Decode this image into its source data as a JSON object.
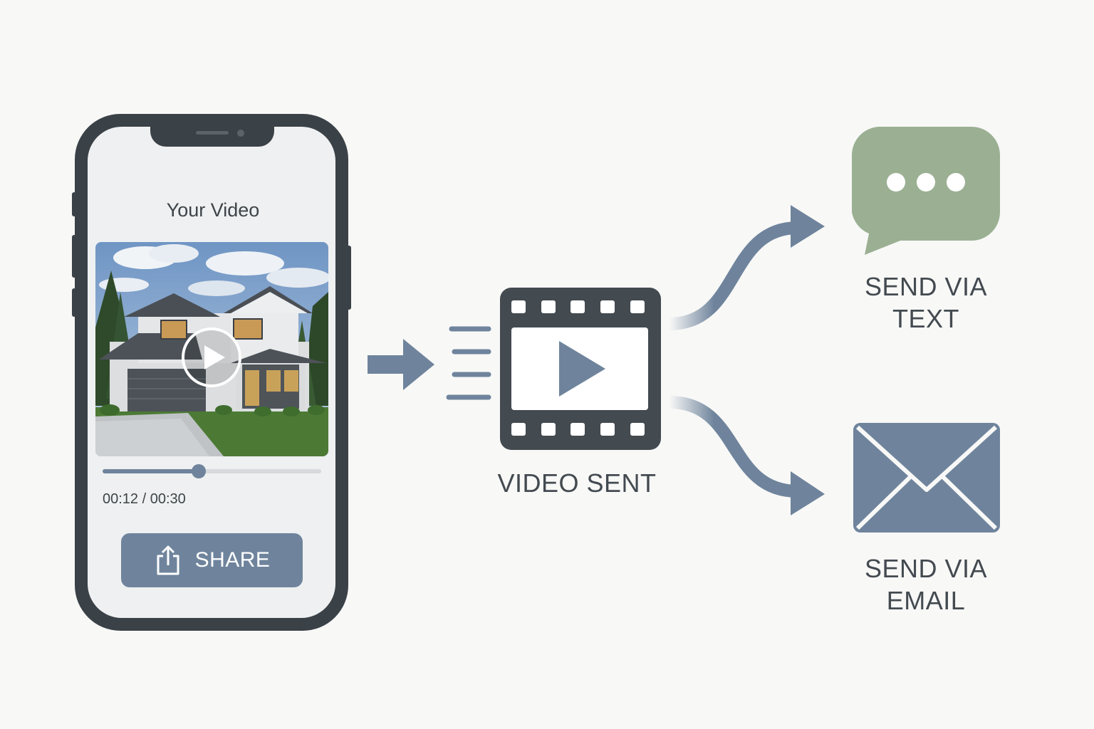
{
  "phone": {
    "title": "Your Video",
    "time": "00:12 / 00:30",
    "progress_fraction": 0.44,
    "share_label": "SHARE"
  },
  "center": {
    "label": "VIDEO SENT"
  },
  "destinations": [
    {
      "line1": "SEND VIA",
      "line2": "TEXT"
    },
    {
      "line1": "SEND VIA",
      "line2": "EMAIL"
    }
  ],
  "colors": {
    "accent": "#6f849c",
    "dark": "#434a50",
    "chat_green": "#9bb093",
    "background": "#f8f8f7"
  },
  "icons": [
    "play-icon",
    "share-icon",
    "film-icon",
    "chat-bubble-icon",
    "envelope-icon",
    "arrow-icon"
  ]
}
